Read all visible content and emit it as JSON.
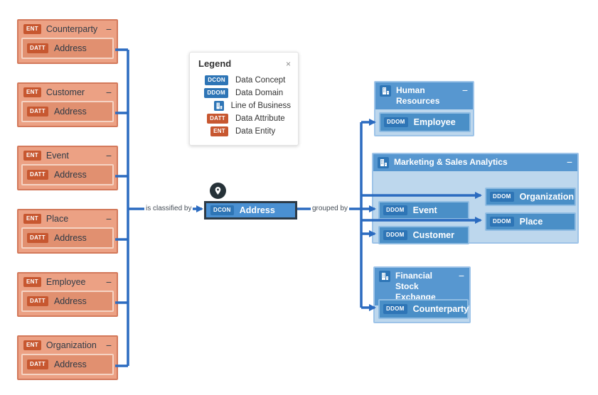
{
  "glyphs": {
    "minus": "−",
    "close": "×"
  },
  "colors": {
    "connector_blue": "#2b6bc0",
    "entity_fill": "#eca184",
    "entity_border": "#d3795b",
    "attribute_fill": "#e19070",
    "orange_badge": "#c75730",
    "blue_badge": "#2e75b6",
    "lob_header": "#5797d0",
    "lob_body": "#bdd7ed",
    "domain_fill": "#4a8fc7",
    "concept_fill": "#4a90d2",
    "concept_border": "#2c3a47"
  },
  "edges": {
    "left_label": "is classified by",
    "right_label": "grouped by"
  },
  "concept": {
    "badge": "DCON",
    "name": "Address"
  },
  "entities": [
    {
      "badge": "ENT",
      "name": "Counterparty",
      "attr_badge": "DATT",
      "attr_name": "Address"
    },
    {
      "badge": "ENT",
      "name": "Customer",
      "attr_badge": "DATT",
      "attr_name": "Address"
    },
    {
      "badge": "ENT",
      "name": "Event",
      "attr_badge": "DATT",
      "attr_name": "Address"
    },
    {
      "badge": "ENT",
      "name": "Place",
      "attr_badge": "DATT",
      "attr_name": "Address"
    },
    {
      "badge": "ENT",
      "name": "Employee",
      "attr_badge": "DATT",
      "attr_name": "Address"
    },
    {
      "badge": "ENT",
      "name": "Organization",
      "attr_badge": "DATT",
      "attr_name": "Address"
    }
  ],
  "lobs": [
    {
      "name": "Human Resources",
      "domains": [
        {
          "badge": "DDOM",
          "name": "Employee"
        }
      ]
    },
    {
      "name": "Marketing & Sales Analytics",
      "domains": [
        {
          "badge": "DDOM",
          "name": "Event"
        },
        {
          "badge": "DDOM",
          "name": "Customer"
        },
        {
          "badge": "DDOM",
          "name": "Organization"
        },
        {
          "badge": "DDOM",
          "name": "Place"
        }
      ]
    },
    {
      "name": "Financial Stock Exchange",
      "domains": [
        {
          "badge": "DDOM",
          "name": "Counterparty"
        }
      ]
    }
  ],
  "legend": {
    "title": "Legend",
    "items": [
      {
        "badge": "DCON",
        "label": "Data Concept"
      },
      {
        "badge": "DDOM",
        "label": "Data Domain"
      },
      {
        "badge": "",
        "label": "Line of Business"
      },
      {
        "badge": "DATT",
        "label": "Data Attribute"
      },
      {
        "badge": "ENT",
        "label": "Data Entity"
      }
    ]
  }
}
